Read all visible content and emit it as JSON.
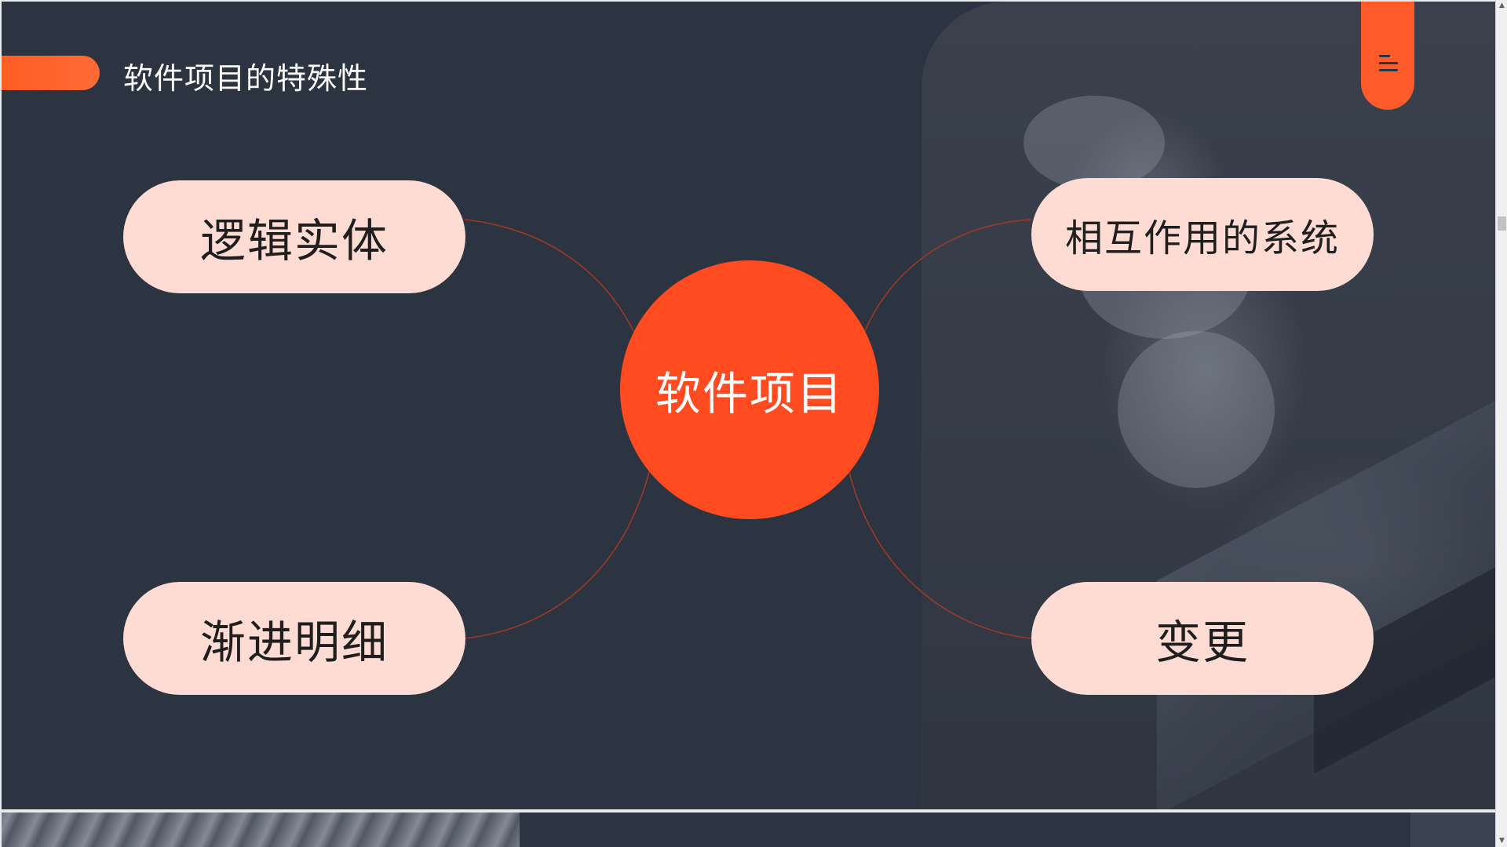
{
  "slide": {
    "title": "软件项目的特殊性",
    "center": "软件项目",
    "nodes": {
      "top_left": "逻辑实体",
      "top_right": "相互作用的系统",
      "bottom_left": "渐进明细",
      "bottom_right": "变更"
    }
  },
  "icons": {
    "menu": "menu-icon",
    "scroll_up": "scroll-up-arrow-icon",
    "scroll_down": "scroll-down-arrow-icon"
  },
  "colors": {
    "background": "#2c3441",
    "accent": "#ff4b1f",
    "node_fill": "#ffdcd3",
    "title_text": "#ffffff"
  }
}
